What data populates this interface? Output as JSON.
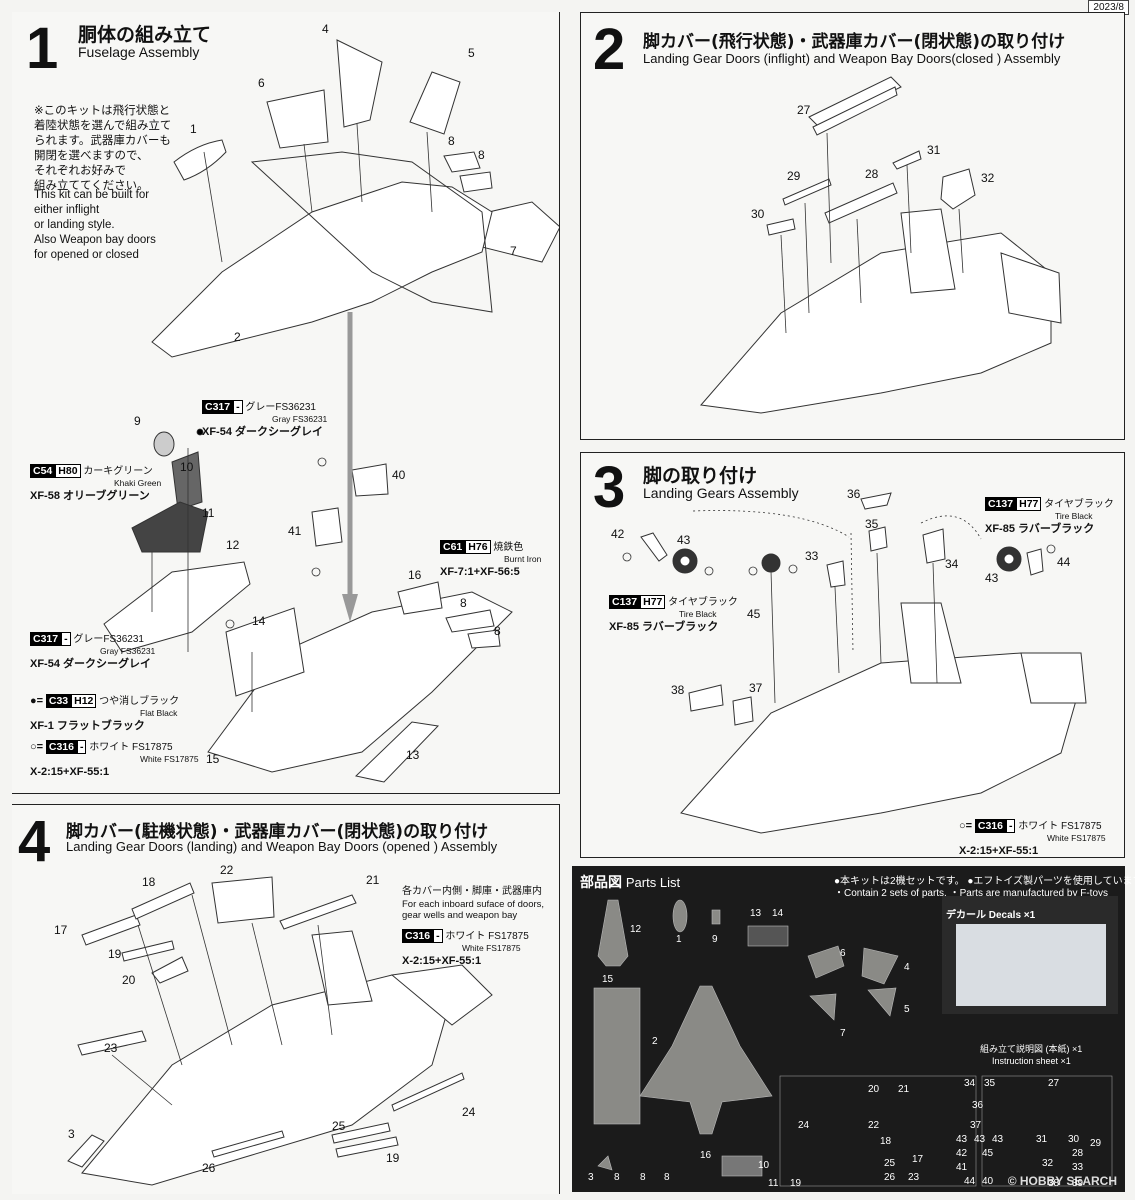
{
  "date": "2023/8",
  "step1": {
    "num": "1",
    "title_jp": "胴体の組み立て",
    "title_en": "Fuselage Assembly",
    "note_jp": "※このキットは飛行状態と\n着陸状態を選んで組み立て\nられます。武器庫カバーも\n開閉を選べますので、\nそれぞれお好みで\n組み立ててください。",
    "note_en": "This kit can be built for\neither inflight\nor landing style.\nAlso Weapon bay doors\nfor opened or closed",
    "parts": [
      "1",
      "2",
      "4",
      "5",
      "6",
      "7",
      "8",
      "8",
      "9",
      "10",
      "11",
      "12",
      "13",
      "14",
      "15",
      "16",
      "8",
      "8",
      "40",
      "41"
    ],
    "paint_c317_top": {
      "code": "C317",
      "h": "-",
      "jp": "グレーFS36231",
      "en": "Gray FS36231",
      "mix": "XF-54 ダークシーグレイ"
    },
    "paint_c54": {
      "code": "C54",
      "h": "H80",
      "jp": "カーキグリーン",
      "en": "Khaki Green",
      "mix": "XF-58 オリーブグリーン"
    },
    "paint_c61": {
      "code": "C61",
      "h": "H76",
      "jp": "焼鉄色",
      "en": "Burnt Iron",
      "mix": "XF-7:1+XF-56:5"
    },
    "paint_c317_bot": {
      "code": "C317",
      "h": "-",
      "jp": "グレーFS36231",
      "en": "Gray FS36231",
      "mix": "XF-54 ダークシーグレイ"
    },
    "paint_c33": {
      "marker": "●=",
      "code": "C33",
      "h": "H12",
      "jp": "つや消しブラック",
      "en": "Flat Black",
      "mix": "XF-1 フラットブラック"
    },
    "paint_c316": {
      "marker": "○=",
      "code": "C316",
      "h": "-",
      "jp": "ホワイト FS17875",
      "en": "White FS17875",
      "mix": "X-2:15+XF-55:1"
    }
  },
  "step2": {
    "num": "2",
    "title_jp": "脚カバー(飛行状態)・武器庫カバー(閉状態)の取り付け",
    "title_en": "Landing Gear Doors (inflight) and Weapon Bay Doors(closed ) Assembly",
    "parts": [
      "27",
      "28",
      "29",
      "30",
      "31",
      "32"
    ]
  },
  "step3": {
    "num": "3",
    "title_jp": "脚の取り付け",
    "title_en": "Landing Gears Assembly",
    "parts": [
      "33",
      "34",
      "35",
      "36",
      "37",
      "38",
      "42",
      "43",
      "43",
      "44",
      "45"
    ],
    "paint_c137_right": {
      "code": "C137",
      "h": "H77",
      "jp": "タイヤブラック",
      "en": "Tire Black",
      "mix": "XF-85 ラバーブラック"
    },
    "paint_c137_left": {
      "code": "C137",
      "h": "H77",
      "jp": "タイヤブラック",
      "en": "Tire Black",
      "mix": "XF-85 ラバーブラック"
    },
    "paint_c316": {
      "marker": "○=",
      "code": "C316",
      "h": "-",
      "jp": "ホワイト FS17875",
      "en": "White FS17875",
      "mix": "X-2:15+XF-55:1"
    }
  },
  "step4": {
    "num": "4",
    "title_jp": "脚カバー(駐機状態)・武器庫カバー(閉状態)の取り付け",
    "title_en": "Landing Gear Doors (landing) and Weapon Bay Doors (opened ) Assembly",
    "note_jp": "各カバー内側・脚庫・武器庫内",
    "note_en": "For each inboard suface of doors,\ngear wells and weapon bay",
    "parts": [
      "3",
      "17",
      "18",
      "19",
      "19",
      "20",
      "21",
      "22",
      "23",
      "24",
      "25",
      "26"
    ],
    "paint_c316": {
      "code": "C316",
      "h": "-",
      "jp": "ホワイト FS17875",
      "en": "White FS17875",
      "mix": "X-2:15+XF-55:1"
    }
  },
  "parts_list": {
    "title_jp": "部品図",
    "title_en": "Parts List",
    "note1": "●本キットは2機セットです。 ●エフトイズ製パーツを使用しています。",
    "note2": "・Contain 2 sets of parts.  ・Parts are manufactured by F-toys",
    "decal_label": "デカール Decals   ×1",
    "instr_jp": "組み立て説明図 (本紙)   ×1",
    "instr_en": "Instruction sheet   ×1",
    "numbers": [
      "12",
      "1",
      "9",
      "13",
      "14",
      "6",
      "4",
      "5",
      "7",
      "15",
      "2",
      "3",
      "8",
      "8",
      "8",
      "16",
      "10",
      "11",
      "19",
      "20",
      "21",
      "22",
      "17",
      "18",
      "25",
      "26",
      "23",
      "24",
      "34",
      "35",
      "36",
      "37",
      "43",
      "43",
      "43",
      "45",
      "42",
      "41",
      "44",
      "40",
      "27",
      "30",
      "29",
      "31",
      "28",
      "32",
      "33",
      "38",
      "39"
    ]
  },
  "watermark": "© HOBBY SEARCH"
}
